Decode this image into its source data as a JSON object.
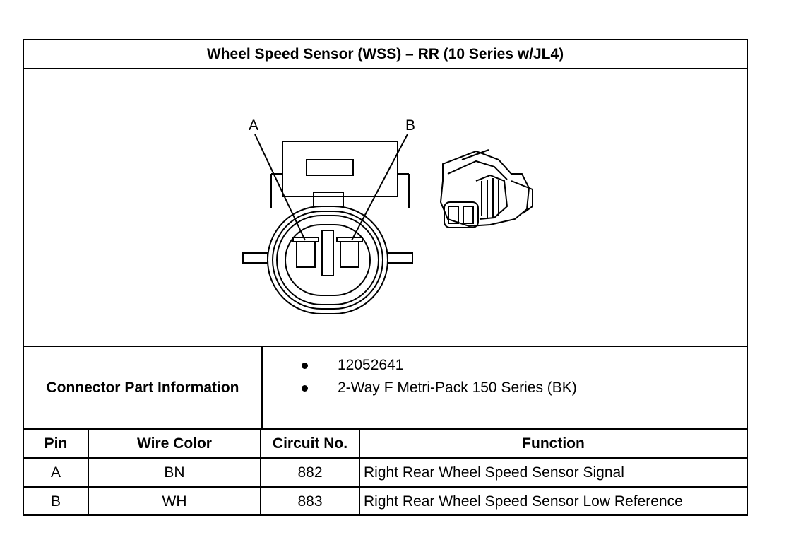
{
  "title": "Wheel Speed Sensor (WSS) – RR (10 Series w/JL4)",
  "figure": {
    "pin_a_label": "A",
    "pin_b_label": "B",
    "front_view_icon": "connector-face-icon",
    "iso_view_icon": "connector-isometric-icon"
  },
  "connector_part": {
    "label": "Connector Part Information",
    "items": [
      "12052641",
      "2-Way F Metri-Pack 150 Series (BK)"
    ]
  },
  "pin_table": {
    "headers": [
      "Pin",
      "Wire Color",
      "Circuit No.",
      "Function"
    ],
    "rows": [
      [
        "A",
        "BN",
        "882",
        "Right Rear Wheel Speed Sensor Signal"
      ],
      [
        "B",
        "WH",
        "883",
        "Right Rear Wheel Speed Sensor Low Reference"
      ]
    ]
  }
}
